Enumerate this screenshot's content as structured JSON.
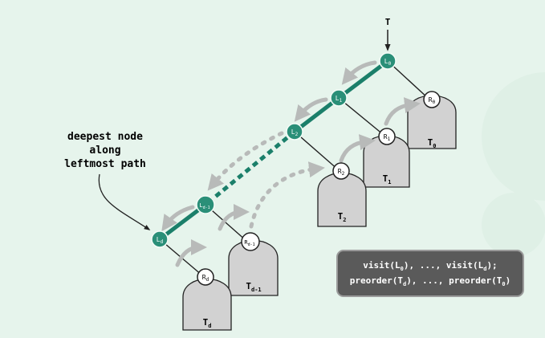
{
  "root_label": "T",
  "annotation": [
    "deepest node",
    "along",
    "leftmost path"
  ],
  "left_nodes": [
    {
      "base": "L",
      "sub": "0"
    },
    {
      "base": "L",
      "sub": "1"
    },
    {
      "base": "L",
      "sub": "2"
    },
    {
      "base": "L",
      "sub": "d-1"
    },
    {
      "base": "L",
      "sub": "d"
    }
  ],
  "right_nodes": [
    {
      "base": "R",
      "sub": "0"
    },
    {
      "base": "R",
      "sub": "1"
    },
    {
      "base": "R",
      "sub": "2"
    },
    {
      "base": "R",
      "sub": "d-1"
    },
    {
      "base": "R",
      "sub": "d"
    }
  ],
  "subtrees": [
    {
      "base": "T",
      "sub": "0"
    },
    {
      "base": "T",
      "sub": "1"
    },
    {
      "base": "T",
      "sub": "2"
    },
    {
      "base": "T",
      "sub": "d-1"
    },
    {
      "base": "T",
      "sub": "d"
    }
  ],
  "code": {
    "line1": {
      "a": "visit(L",
      "a_sub": "0",
      "b": "), ..., visit(L",
      "b_sub": "d",
      "c": ");"
    },
    "line2": {
      "a": "preorder(T",
      "a_sub": "d",
      "b": "), ..., preorder(T",
      "b_sub": "0",
      "c": ")"
    }
  },
  "colors": {
    "background": "#e6f4ec",
    "path_green": "#1b7f6a",
    "node_fill": "#2a8f78",
    "arrow_gray": "#b8bab9",
    "subtree_gray": "#d2d2d2",
    "code_box": "#5a5a5a"
  }
}
